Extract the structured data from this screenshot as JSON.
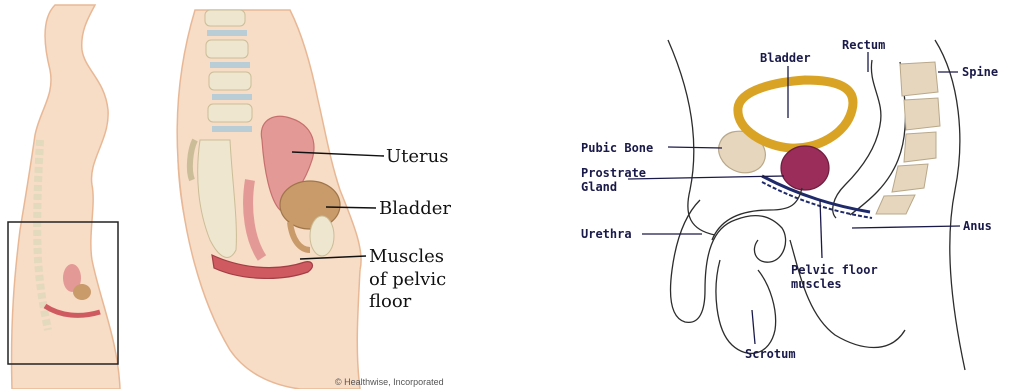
{
  "left_figure": {
    "labels": {
      "uterus": "Uterus",
      "bladder": "Bladder",
      "muscles_line1": "Muscles",
      "muscles_line2": "of pelvic",
      "muscles_line3": "floor"
    },
    "credit": "© Healthwise, Incorporated"
  },
  "right_figure": {
    "labels": {
      "bladder": "Bladder",
      "rectum": "Rectum",
      "spine": "Spine",
      "pubic_bone": "Pubic Bone",
      "prostrate_line1": "Prostrate",
      "prostrate_line2": "Gland",
      "urethra": "Urethra",
      "anus": "Anus",
      "pelvic_line1": "Pelvic floor",
      "pelvic_line2": "muscles",
      "scrotum": "Scrotum"
    }
  },
  "colors": {
    "skin": "#f7dcc6",
    "skin_outline": "#e8b896",
    "bone": "#efe6cf",
    "bone_outline": "#cbbd97",
    "disc": "#b8cdd6",
    "muscle": "#cf5b60",
    "uterus": "#e39a96",
    "bladder_left": "#c99a6a",
    "bladder_right": "#d9a326",
    "prostate": "#9a2d5a",
    "pubic": "#e6d6bd",
    "outline_dark": "#2c2c2c"
  }
}
